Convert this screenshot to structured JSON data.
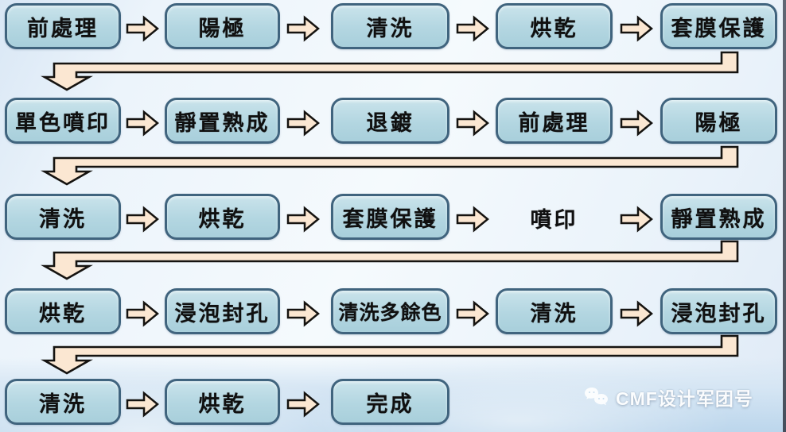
{
  "diagram": {
    "type": "process-flowchart",
    "rows": [
      {
        "steps": [
          {
            "label": "前處理",
            "boxed": true
          },
          {
            "label": "陽極",
            "boxed": true
          },
          {
            "label": "清洗",
            "boxed": true
          },
          {
            "label": "烘乾",
            "boxed": true
          },
          {
            "label": "套膜保護",
            "boxed": true
          }
        ]
      },
      {
        "steps": [
          {
            "label": "單色噴印",
            "boxed": true
          },
          {
            "label": "靜置熟成",
            "boxed": true
          },
          {
            "label": "退鍍",
            "boxed": true
          },
          {
            "label": "前處理",
            "boxed": true
          },
          {
            "label": "陽極",
            "boxed": true
          }
        ]
      },
      {
        "steps": [
          {
            "label": "清洗",
            "boxed": true
          },
          {
            "label": "烘乾",
            "boxed": true
          },
          {
            "label": "套膜保護",
            "boxed": true
          },
          {
            "label": "噴印",
            "boxed": false
          },
          {
            "label": "靜置熟成",
            "boxed": true
          }
        ]
      },
      {
        "steps": [
          {
            "label": "烘乾",
            "boxed": true
          },
          {
            "label": "浸泡封孔",
            "boxed": true
          },
          {
            "label": "清洗多餘色",
            "boxed": true
          },
          {
            "label": "清洗",
            "boxed": true
          },
          {
            "label": "浸泡封孔",
            "boxed": true
          }
        ]
      },
      {
        "steps": [
          {
            "label": "清洗",
            "boxed": true
          },
          {
            "label": "烘乾",
            "boxed": true
          },
          {
            "label": "完成",
            "boxed": true
          }
        ]
      }
    ],
    "step_connector": "right-block-arrow",
    "row_connector": "down-left-return-arrow"
  },
  "colors": {
    "box_fill": "#b3d6e1",
    "box_border": "#40647e",
    "arrow_fill": "#fbe7d2",
    "arrow_outline": "#151310",
    "text": "#101010",
    "background_top": "#f5fafd",
    "background_bottom": "#bcd6ec"
  },
  "watermark": {
    "icon": "wechat-bubbles-icon",
    "label": "CMF设计军团号"
  }
}
